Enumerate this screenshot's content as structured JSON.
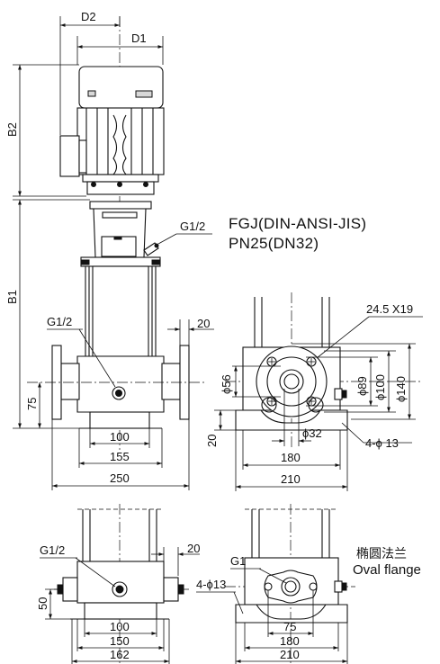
{
  "title": {
    "line1": "FGJ(DIN-ANSI-JIS)",
    "line2": "PN25(DN32)"
  },
  "front_view": {
    "d2": "D2",
    "d1": "D1",
    "b2": "B2",
    "b1": "B1",
    "g_top": "G1/2",
    "g_side": "G1/2",
    "dim_20": "20",
    "dim_75": "75",
    "dim_100": "100",
    "dim_155": "155",
    "dim_250": "250"
  },
  "flange_view": {
    "slot": "24.5 X19",
    "d56": "ϕ56",
    "d89": "ϕ89",
    "d100": "ϕ100",
    "d140": "ϕ140",
    "d32": "ϕ32",
    "holes": "4-ϕ 13",
    "dim_20": "20",
    "dim_180": "180",
    "dim_210": "210"
  },
  "bottom_left_view": {
    "g": "G1/2",
    "dim_20": "20",
    "dim_50": "50",
    "dim_100": "100",
    "dim_150": "150",
    "dim_162": "162"
  },
  "bottom_right_view": {
    "g": "G1",
    "holes": "4-ϕ13",
    "dim_75": "75",
    "dim_180": "180",
    "dim_210": "210",
    "note_cn": "椭圆法兰",
    "note_en": "Oval flange"
  }
}
